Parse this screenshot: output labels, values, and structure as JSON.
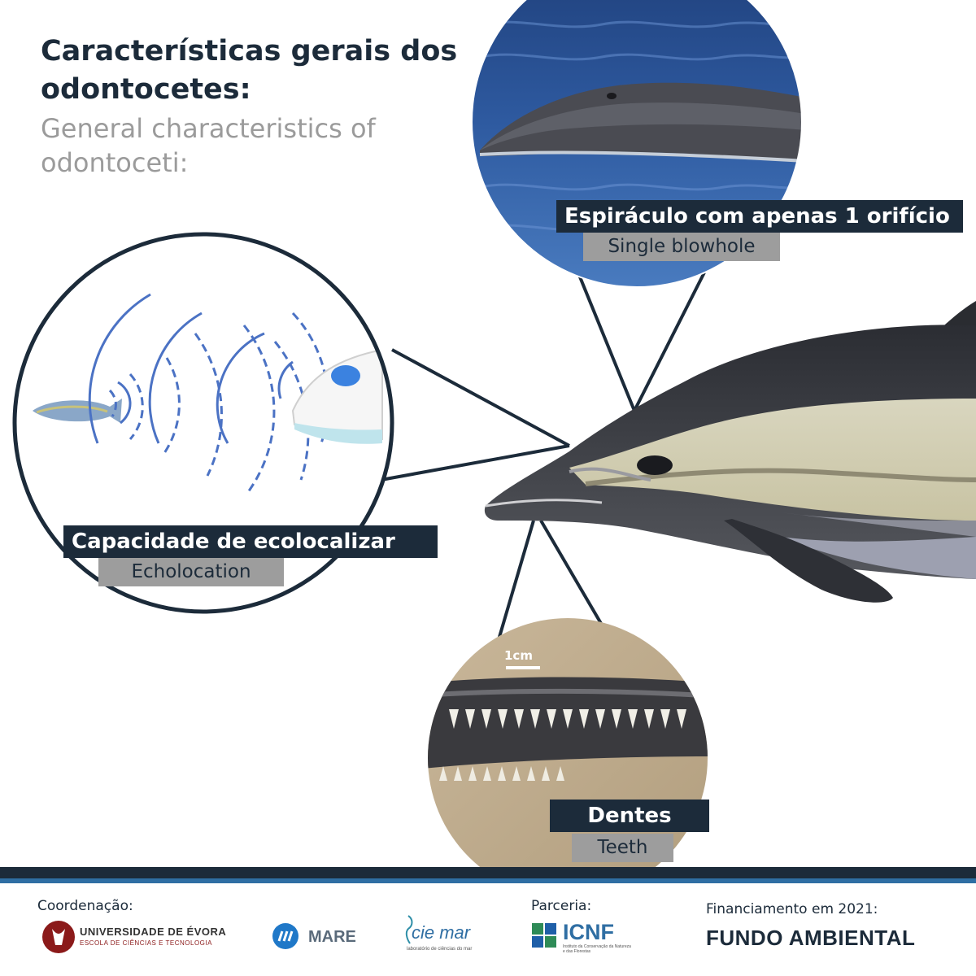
{
  "title": {
    "pt": "Características gerais dos odontocetes:",
    "en": "General characteristics of odontoceti:"
  },
  "features": {
    "blowhole": {
      "pt": "Espiráculo com apenas 1 orifício",
      "en": "Single blowhole"
    },
    "echolocation": {
      "pt": "Capacidade de ecolocalizar",
      "en": "Echolocation"
    },
    "teeth": {
      "pt": "Dentes",
      "en": "Teeth",
      "scale": "1cm"
    }
  },
  "footer": {
    "coordination": "Coordenação:",
    "partnership": "Parceria:",
    "funding": "Financiamento em 2021:",
    "logos": {
      "uevora": {
        "line1": "UNIVERSIDADE DE ÉVORA",
        "line2": "ESCOLA DE CIÊNCIAS E TECNOLOGIA"
      },
      "mare": "MARE",
      "ciemar": {
        "name": "cie mar",
        "sub": "laboratório de ciências do mar"
      },
      "icnf": {
        "name": "ICNF",
        "sub": "Instituto da Conservação da Natureza e das Florestas"
      },
      "fundo": "FUNDO AMBIENTAL"
    }
  },
  "colors": {
    "navy": "#1c2b3a",
    "grey": "#9d9d9d",
    "accent": "#2f6ea3"
  }
}
